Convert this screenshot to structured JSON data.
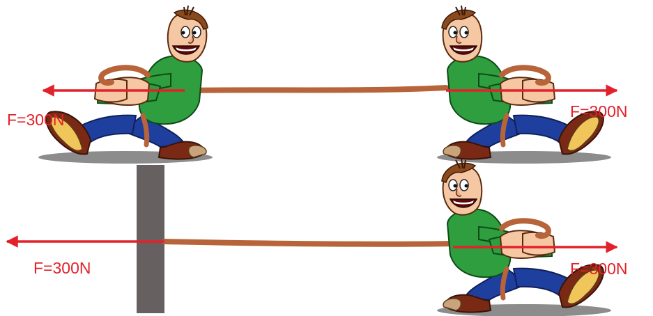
{
  "scene_top": {
    "left_force_label": "F=300N",
    "right_force_label": "F=300N"
  },
  "scene_bottom": {
    "left_force_label": "F=300N",
    "right_force_label": "F=300N"
  },
  "colors": {
    "force_arrow": "#e3212b",
    "rope": "#b8643a",
    "wall": "#666061",
    "shirt": "#2e9e3e",
    "pants": "#1f3f9f",
    "skin": "#f6c7a3",
    "hair": "#8a4a1e",
    "shoe": "#7a2a14",
    "shadow": "#8c8c8c"
  },
  "icons": {
    "person": "cartoon-man-pulling-rope-icon",
    "wall": "wall-post-icon",
    "arrow": "force-arrow-icon"
  }
}
